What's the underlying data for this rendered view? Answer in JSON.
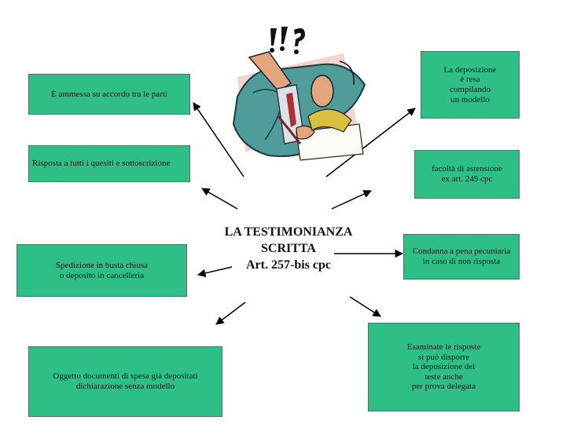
{
  "title": "LA TESTIMONIANZA\nSCRITTA\nArt. 257-bis cpc",
  "boxes": {
    "ammessa": "È ammessa su accordo tra le parti",
    "risposta": "Risposta a tutti i quesiti e sottoscrizione",
    "spedizione": "Spedizione in busta chiusa\no deposito in cancelleria",
    "oggetto": "Oggetto documenti di spesa già depositati\ndichiarazione senza modello",
    "deposizione": "La deposizione\nè resa\ncompilando\nun modello",
    "facolta": "facoltà di astensione\nex art. 249 cpc",
    "condanna": "Condanna a pena pecuniaria\nin caso di non risposta",
    "esaminate": "Esaminate le risposte\nsi può disporre\nla deposizione del\nteste anche\nper prova delegata"
  },
  "colors": {
    "box_fill": "#2dbf86",
    "box_border": "#5a6f64",
    "arrow": "#000000"
  },
  "icons": {
    "illustration": "clipart-person-writing-with-exclamation"
  }
}
